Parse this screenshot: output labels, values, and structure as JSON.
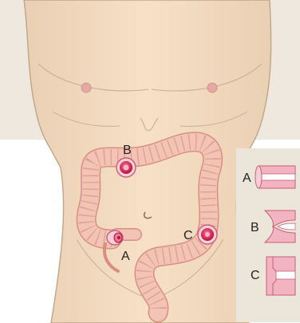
{
  "labels": {
    "body_b": "B",
    "body_a": "A",
    "body_c": "C",
    "inset_a": "A",
    "inset_b": "B",
    "inset_c": "C"
  },
  "colors": {
    "skin": "#f5dcc0",
    "skin_outline": "#bfa589",
    "nipple": "#e5a8a2",
    "colon": "#f3c3b5",
    "colon_outline": "#d78f82",
    "colon_haustra": "#dea293",
    "lesion": "#cc2050",
    "lesion_ring": "#e97a92",
    "panel_bg": "#ece5da",
    "inset_tissue": "#f1b4c0",
    "inset_outline": "#c6607a"
  }
}
